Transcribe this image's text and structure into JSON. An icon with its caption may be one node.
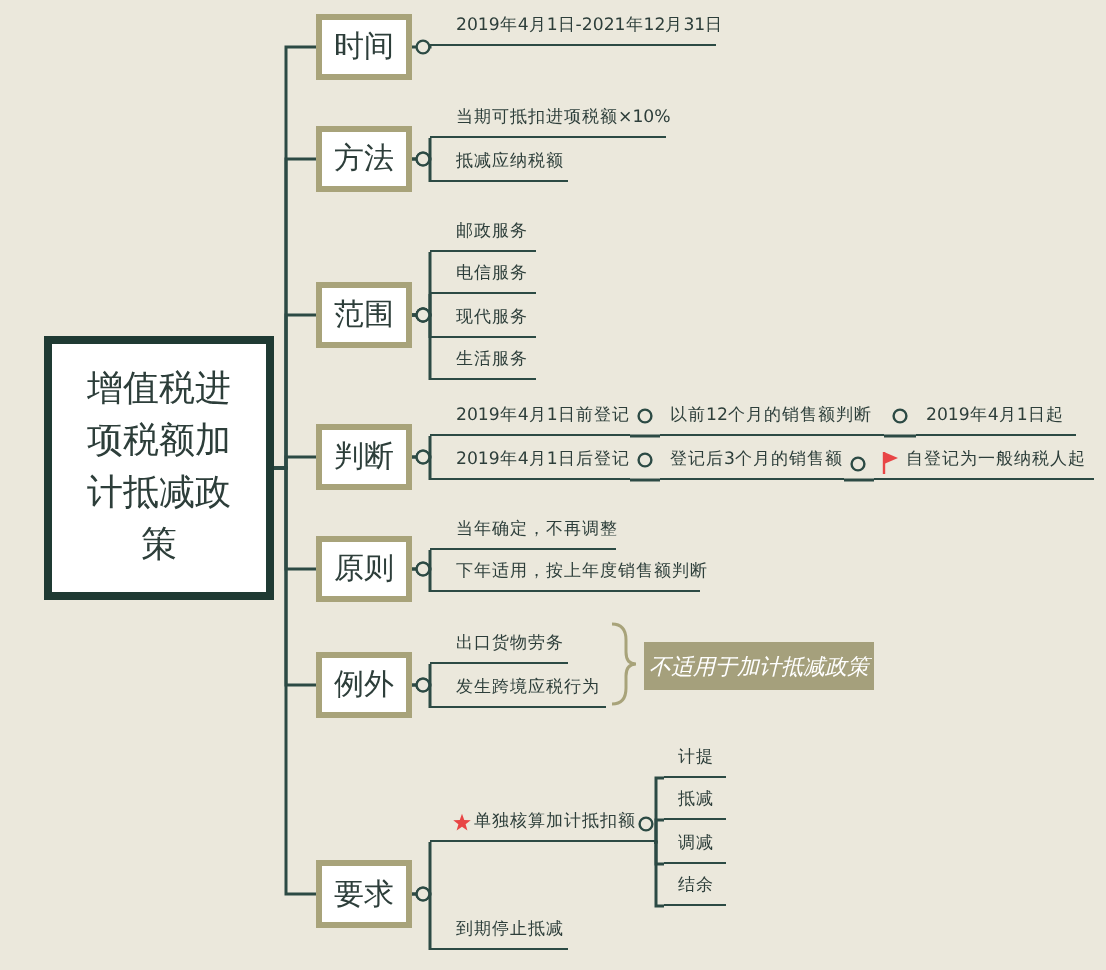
{
  "diagram": {
    "nodes": [
      {
        "text": [
          "增值税进项税额加计抵减政策"
        ]
      },
      {
        "text": [
          "时间"
        ]
      },
      {
        "text": [
          "2019年4月1日-2021年12月31日"
        ]
      },
      {
        "text": [
          "方法"
        ]
      },
      {
        "text": [
          "当期可抵扣进项税额×10%"
        ]
      },
      {
        "text": [
          "抵减应纳税额"
        ]
      },
      {
        "text": [
          "范围"
        ]
      },
      {
        "text": [
          "邮政服务"
        ]
      },
      {
        "text": [
          "电信服务"
        ]
      },
      {
        "text": [
          "现代服务"
        ]
      },
      {
        "text": [
          "生活服务"
        ]
      },
      {
        "text": [
          "判断"
        ]
      },
      {
        "text": [
          "2019年4月1日前登记"
        ]
      },
      {
        "text": [
          "以前12个月的销售额判断"
        ]
      },
      {
        "text": [
          "2019年4月1日起"
        ]
      },
      {
        "text": [
          "2019年4月1日后登记"
        ]
      },
      {
        "text": [
          "登记后3个月的销售额"
        ]
      },
      {
        "text": [
          "自登记为一般纳税人起"
        ]
      },
      {
        "text": [
          "原则"
        ]
      },
      {
        "text": [
          "当年确定，不再调整"
        ]
      },
      {
        "text": [
          "下年适用，按上年度销售额判断"
        ]
      },
      {
        "text": [
          "例外"
        ]
      },
      {
        "text": [
          "出口货物劳务"
        ]
      },
      {
        "text": [
          "发生跨境应税行为"
        ]
      },
      {
        "text": [
          "不适用于加计抵减政策"
        ]
      },
      {
        "text": [
          "要求"
        ]
      },
      {
        "text": [
          "单独核算加计抵扣额"
        ]
      },
      {
        "text": [
          "计提"
        ]
      },
      {
        "text": [
          "抵减"
        ]
      },
      {
        "text": [
          "调减"
        ]
      },
      {
        "text": [
          "结余"
        ]
      },
      {
        "text": [
          "到期停止抵减"
        ]
      }
    ],
    "edges": [
      {
        "from": 0,
        "to": 1,
        "arrow": "none"
      },
      {
        "from": 0,
        "to": 3,
        "arrow": "none"
      },
      {
        "from": 0,
        "to": 6,
        "arrow": "none"
      },
      {
        "from": 0,
        "to": 11,
        "arrow": "none"
      },
      {
        "from": 0,
        "to": 18,
        "arrow": "none"
      },
      {
        "from": 0,
        "to": 21,
        "arrow": "none"
      },
      {
        "from": 0,
        "to": 25,
        "arrow": "none"
      },
      {
        "from": 1,
        "to": 2,
        "arrow": "other"
      },
      {
        "from": 3,
        "to": 4,
        "arrow": "other"
      },
      {
        "from": 3,
        "to": 5,
        "arrow": "other"
      },
      {
        "from": 6,
        "to": 7,
        "arrow": "other"
      },
      {
        "from": 6,
        "to": 8,
        "arrow": "other"
      },
      {
        "from": 6,
        "to": 9,
        "arrow": "other"
      },
      {
        "from": 6,
        "to": 10,
        "arrow": "other"
      },
      {
        "from": 11,
        "to": 12,
        "arrow": "other"
      },
      {
        "from": 12,
        "to": 13,
        "arrow": "none"
      },
      {
        "from": 13,
        "to": 14,
        "arrow": "none"
      },
      {
        "from": 11,
        "to": 15,
        "arrow": "other"
      },
      {
        "from": 15,
        "to": 16,
        "arrow": "none"
      },
      {
        "from": 16,
        "to": 17,
        "arrow": "none"
      },
      {
        "from": 18,
        "to": 19,
        "arrow": "other"
      },
      {
        "from": 18,
        "to": 20,
        "arrow": "other"
      },
      {
        "from": 21,
        "to": 22,
        "arrow": "other"
      },
      {
        "from": 21,
        "to": 23,
        "arrow": "other"
      },
      {
        "from": 25,
        "to": 26,
        "arrow": "other"
      },
      {
        "from": 26,
        "to": 27,
        "arrow": "none"
      },
      {
        "from": 26,
        "to": 28,
        "arrow": "none"
      },
      {
        "from": 26,
        "to": 29,
        "arrow": "none"
      },
      {
        "from": 26,
        "to": 30,
        "arrow": "none"
      },
      {
        "from": 25,
        "to": 31,
        "arrow": "other"
      }
    ]
  }
}
